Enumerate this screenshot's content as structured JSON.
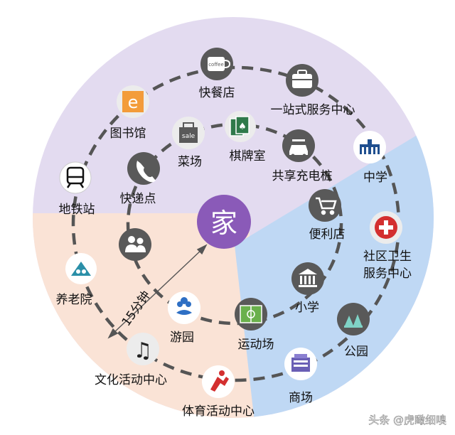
{
  "center": {
    "label": "家"
  },
  "distance_label": "15分钟",
  "watermark": "头条 @虎瞰细嗅",
  "colors": {
    "purple_zone": "#e3dbf0",
    "pink_zone": "#fae3d6",
    "blue_zone": "#bfd8f4",
    "center": "#8a5ab8",
    "icon_circle": "#ececec",
    "icon_dark": "#595959",
    "dashed_ring": "#555555"
  },
  "poi_labels": {
    "metro": "地铁站",
    "library": "图书馆",
    "fastfood": "快餐店",
    "onestop": "一站式服务中心",
    "market": "菜场",
    "chess": "棋牌室",
    "charging": "共享充电桩",
    "middleschool": "中学",
    "express": "快递点",
    "convenience": "便利店",
    "clinic_line1": "社区卫生",
    "clinic_line2": "服务中心",
    "nursing": "养老院",
    "primary": "小学",
    "garden": "游园",
    "sportsfield": "运动场",
    "park": "公园",
    "culture": "文化活动中心",
    "sportscenter": "体育活动中心",
    "mall": "商场"
  },
  "icon_texts": {
    "coffee": "coffee",
    "sale": "sale"
  }
}
